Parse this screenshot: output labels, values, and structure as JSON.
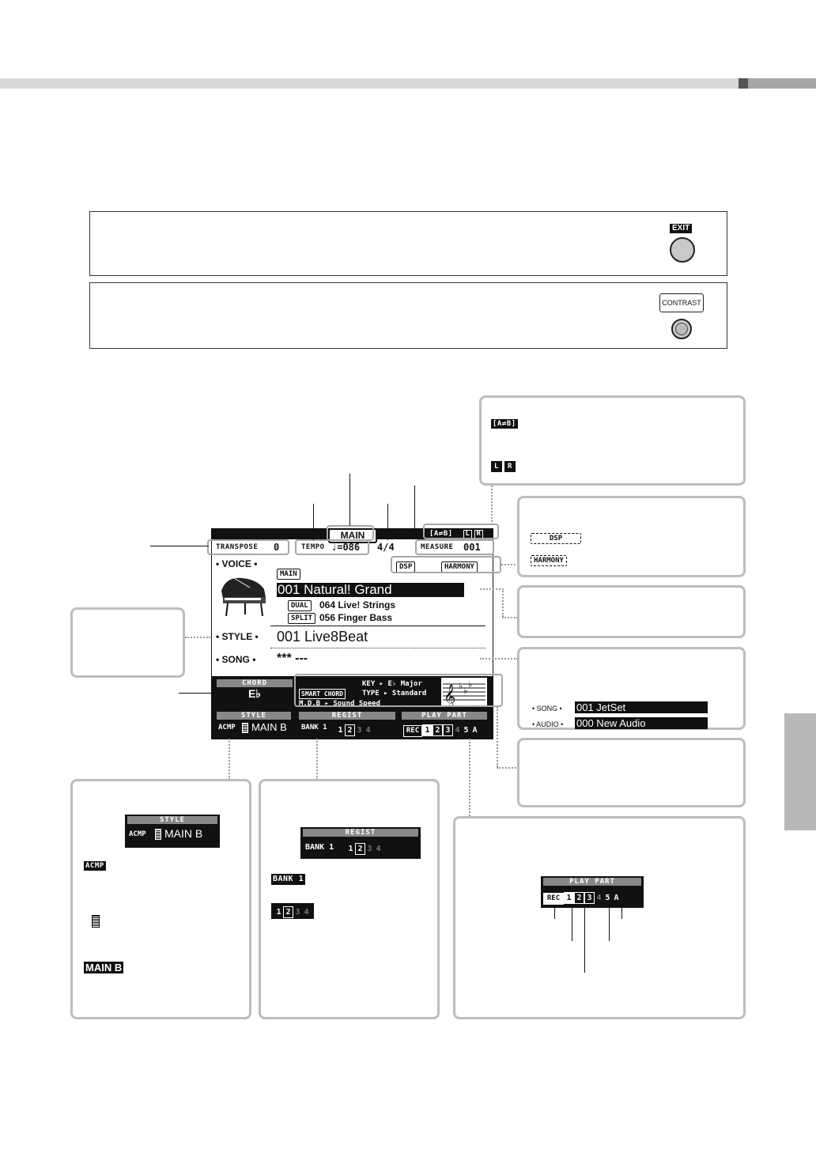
{
  "exit_button": {
    "label": "EXIT"
  },
  "contrast_button": {
    "label": "CONTRAST"
  },
  "lcd": {
    "mode": "MAIN",
    "transpose_label": "TRANSPOSE",
    "transpose_value": "0",
    "tempo_label": "TEMPO",
    "tempo_value": "♩=086",
    "time_signature": "4/4",
    "measure_label": "MEASURE",
    "measure_value": "001",
    "ab_repeat": "[A⇄B]",
    "l_mark": "L",
    "r_mark": "R",
    "dsp": "DSP",
    "harmony": "HARMONY",
    "voice_label": "• VOICE •",
    "main_tag": "MAIN",
    "main_voice": "001  Natural! Grand",
    "dual_tag": "DUAL",
    "dual_voice": "064  Live! Strings",
    "split_tag": "SPLIT",
    "split_voice": "056  Finger Bass",
    "style_label": "• STYLE •",
    "style_value": "001  Live8Beat",
    "song_label": "• SONG •",
    "song_value": "***  ---",
    "chord_head": "CHORD",
    "chord_value": "E♭",
    "smart_chord": "SMART CHORD",
    "key_line": "KEY  ▸ E♭ Major",
    "type_line": "TYPE ▸ Standard",
    "mdb_line": "M.D.B ▸ Sound Speed",
    "style_head": "STYLE",
    "acmp": "ACMP",
    "style_section": "MAIN B",
    "regist_head": "REGIST",
    "bank": "BANK 1",
    "regist_digits": [
      "1",
      "2",
      "3",
      "4"
    ],
    "play_head": "PLAY PART",
    "rec": "REC",
    "part_digits": [
      "1",
      "2",
      "3",
      "4",
      "5",
      "A"
    ]
  },
  "panel_ab": {
    "ab_icon": "[A⇄B]",
    "l": "L",
    "r": "R"
  },
  "panel_dsp": {
    "dsp": "DSP",
    "harmony": "HARMONY"
  },
  "panel_song": {
    "song_label": "• SONG •",
    "song_value": "001  JetSet",
    "audio_label": "• AUDIO •",
    "audio_value": "000  New Audio"
  },
  "panel_style": {
    "style_head": "STYLE",
    "acmp": "ACMP",
    "section": "MAIN B"
  },
  "panel_regist": {
    "head": "REGIST",
    "bank": "BANK 1",
    "digits": [
      "1",
      "2",
      "3",
      "4"
    ]
  },
  "panel_play": {
    "head": "PLAY PART",
    "rec": "REC",
    "digits": [
      "1",
      "2",
      "3",
      "4",
      "5",
      "A"
    ]
  }
}
